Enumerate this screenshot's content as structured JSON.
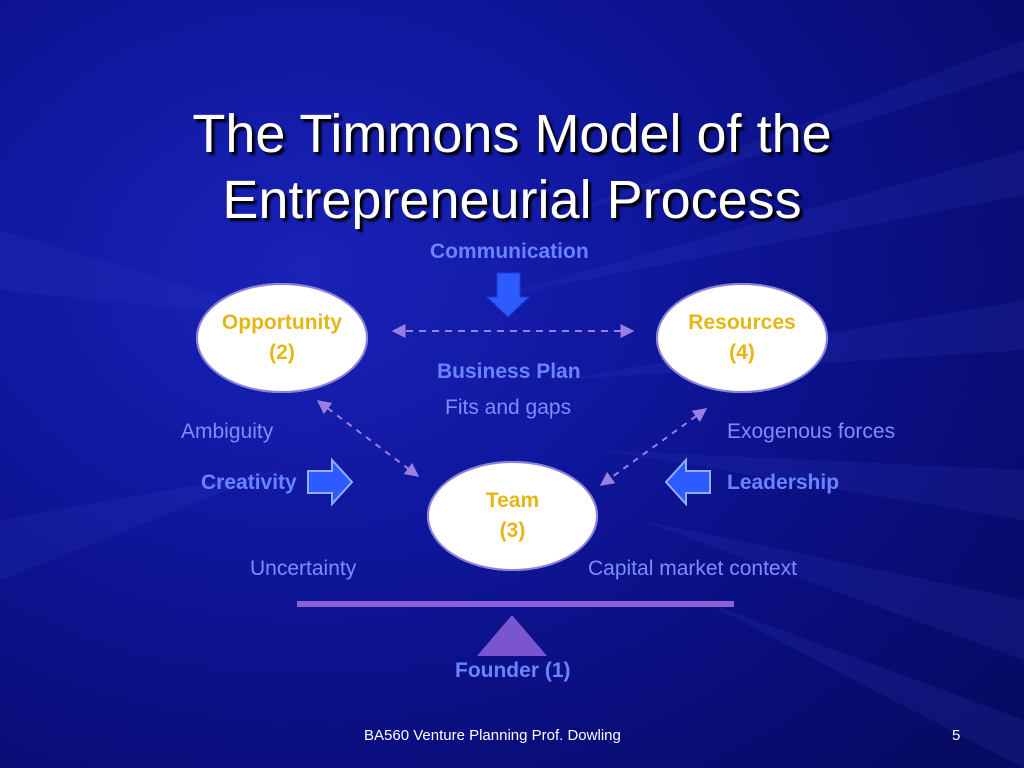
{
  "slide": {
    "title_line_1": "The Timmons Model of the",
    "title_line_2": "Entrepreneurial Process"
  },
  "diagram": {
    "communication": "Communication",
    "business_plan": "Business Plan",
    "fits_and_gaps": "Fits and gaps",
    "ambiguity": "Ambiguity",
    "exogenous_forces": "Exogenous forces",
    "creativity": "Creativity",
    "leadership": "Leadership",
    "uncertainty": "Uncertainty",
    "capital_market_context": "Capital market context",
    "founder": "Founder (1)",
    "nodes": {
      "opportunity": {
        "label": "Opportunity",
        "number": "(2)"
      },
      "resources": {
        "label": "Resources",
        "number": "(4)"
      },
      "team": {
        "label": "Team",
        "number": "(3)"
      }
    }
  },
  "footer": {
    "course": "BA560 Venture Planning  Prof. Dowling",
    "page_number": "5"
  },
  "colors": {
    "background": "#0c0e78",
    "node_fill": "#ffffff",
    "node_text": "#e6b614",
    "label_text": "#7f8cff",
    "arrow_blue": "#2d5bff",
    "dashed_line": "#9b7fe0",
    "balance_bar": "#8a5fd8",
    "fulcrum": "#7a55cf"
  },
  "icons": {
    "down_arrow": "down-arrow-icon",
    "right_arrow": "right-arrow-icon",
    "left_arrow": "left-arrow-icon",
    "fulcrum": "triangle-fulcrum-icon"
  }
}
